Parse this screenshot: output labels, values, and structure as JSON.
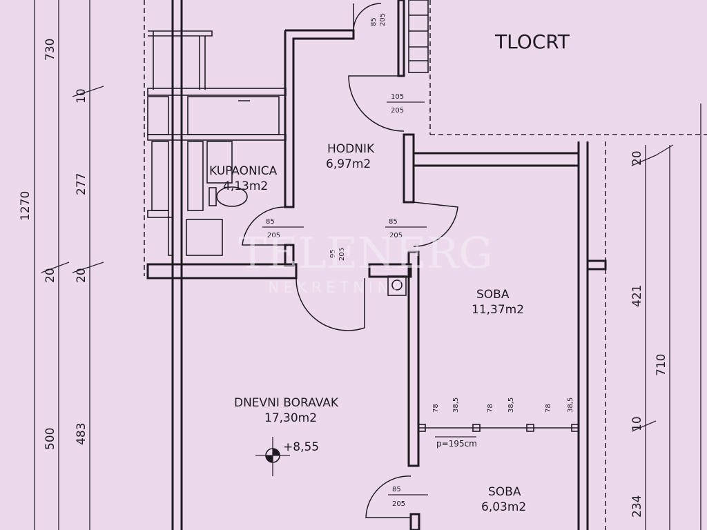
{
  "title": "TLOCRT",
  "rooms": {
    "hodnik": {
      "name": "HODNIK",
      "area": "6,97m2"
    },
    "kupaonica": {
      "name": "KUPAONICA",
      "area": "4,13m2"
    },
    "soba1": {
      "name": "SOBA",
      "area": "11,37m2"
    },
    "boravak": {
      "name": "DNEVNI BORAVAK",
      "area": "17,30m2"
    },
    "soba2": {
      "name": "SOBA",
      "area": "6,03m2"
    }
  },
  "level_mark": "+8,55",
  "left_dims": {
    "total": "1270",
    "d730": "730",
    "d10": "10",
    "d277": "277",
    "d20a": "20",
    "d20b": "20",
    "d500": "500",
    "d483": "483"
  },
  "right_dims": {
    "d20": "20",
    "d421": "421",
    "d710": "710",
    "d10": "10",
    "d234": "234"
  },
  "doors": {
    "top_w": "85",
    "top_h": "205",
    "entry_w": "105",
    "entry_h": "205",
    "bath_w": "85",
    "bath_h": "205",
    "room_w": "85",
    "room_h": "205",
    "mid_w": "95",
    "mid_h": "205",
    "bottom_w": "85",
    "bottom_h": "205"
  },
  "windows": {
    "w1a": "78",
    "w1b": "38,5",
    "w2a": "78",
    "w2b": "38,5",
    "w3a": "78",
    "w3b": "38,5"
  },
  "partition_note": "p=195cm",
  "watermark": {
    "name": "TELENERG",
    "sub": "NEKRETNINE"
  }
}
